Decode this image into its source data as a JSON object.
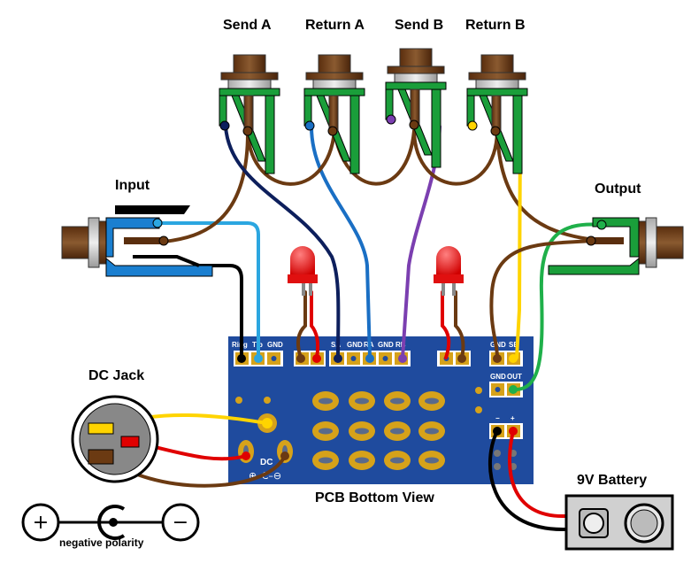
{
  "jack_labels": {
    "send_a": "Send A",
    "return_a": "Return A",
    "send_b": "Send B",
    "return_b": "Return B",
    "input": "Input",
    "output": "Output",
    "dc_jack": "DC Jack",
    "battery": "9V Battery"
  },
  "pcb": {
    "title": "PCB Bottom View",
    "pad_labels_left": [
      "Ring",
      "Tip",
      "GND"
    ],
    "pad_labels_mid": [
      "SA",
      "GND",
      "RA",
      "GND",
      "RB"
    ],
    "pad_labels_right": [
      "GND",
      "SB"
    ],
    "pad_labels_out": [
      "GND",
      "OUT"
    ],
    "pad_labels_power": [
      "−",
      "+"
    ],
    "dc_label": "DC",
    "dc_symbols": "⊕–C–⊖"
  },
  "polarity": {
    "caption": "negative polarity",
    "plus": "+",
    "minus": "−"
  },
  "colors": {
    "pcb": "#1f4b9e",
    "pad": "#d6a21a",
    "jack_green": "#1a9e3a",
    "jack_blue": "#1a7fd0",
    "wire_brown": "#6b3a12",
    "wire_navy": "#0d1f5c",
    "wire_lightblue": "#2ba6e0",
    "wire_midblue": "#1a6fc4",
    "wire_purple": "#7b3fb0",
    "wire_yellow": "#ffd400",
    "wire_green": "#1fb04a",
    "wire_red": "#e00000",
    "wire_black": "#000000",
    "led": "#e01010"
  }
}
